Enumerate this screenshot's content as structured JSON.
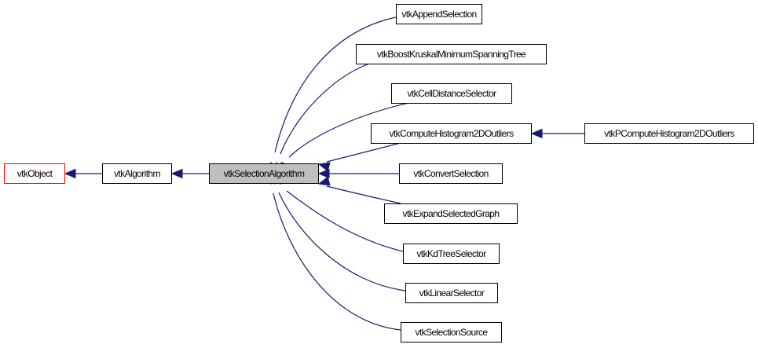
{
  "diagram": {
    "type": "inheritance-graph",
    "edge_color": "#191970",
    "nodes": [
      {
        "id": "obj",
        "label": "vtkObject",
        "style": "red"
      },
      {
        "id": "alg",
        "label": "vtkAlgorithm",
        "style": "normal"
      },
      {
        "id": "sel",
        "label": "vtkSelectionAlgorithm",
        "style": "current"
      },
      {
        "id": "app",
        "label": "vtkAppendSelection",
        "style": "normal"
      },
      {
        "id": "bkm",
        "label": "vtkBoostKruskalMinimumSpanningTree",
        "style": "normal"
      },
      {
        "id": "cds",
        "label": "vtkCellDistanceSelector",
        "style": "normal"
      },
      {
        "id": "ch2",
        "label": "vtkComputeHistogram2DOutliers",
        "style": "normal"
      },
      {
        "id": "pch",
        "label": "vtkPComputeHistogram2DOutliers",
        "style": "normal"
      },
      {
        "id": "cvs",
        "label": "vtkConvertSelection",
        "style": "normal"
      },
      {
        "id": "esg",
        "label": "vtkExpandSelectedGraph",
        "style": "normal"
      },
      {
        "id": "kdt",
        "label": "vtkKdTreeSelector",
        "style": "normal"
      },
      {
        "id": "lin",
        "label": "vtkLinearSelector",
        "style": "normal"
      },
      {
        "id": "src",
        "label": "vtkSelectionSource",
        "style": "normal"
      }
    ],
    "edges": [
      {
        "from": "alg",
        "to": "obj"
      },
      {
        "from": "sel",
        "to": "alg"
      },
      {
        "from": "app",
        "to": "sel"
      },
      {
        "from": "bkm",
        "to": "sel"
      },
      {
        "from": "cds",
        "to": "sel"
      },
      {
        "from": "ch2",
        "to": "sel"
      },
      {
        "from": "cvs",
        "to": "sel"
      },
      {
        "from": "esg",
        "to": "sel"
      },
      {
        "from": "kdt",
        "to": "sel"
      },
      {
        "from": "lin",
        "to": "sel"
      },
      {
        "from": "src",
        "to": "sel"
      },
      {
        "from": "pch",
        "to": "ch2"
      }
    ]
  }
}
